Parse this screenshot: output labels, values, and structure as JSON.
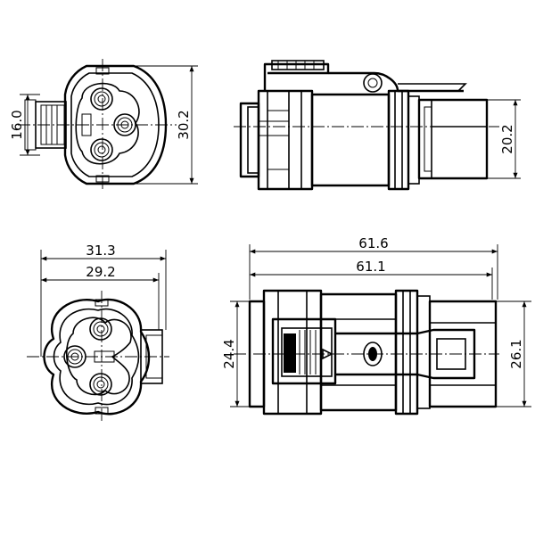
{
  "dimensions": {
    "top_left_height": "16.0",
    "top_left_overall": "30.2",
    "top_right_body": "20.2",
    "bottom_left_outer_width": "31.3",
    "bottom_left_inner_width": "29.2",
    "bottom_right_overall_length": "61.6",
    "bottom_right_body_length": "61.1",
    "bottom_right_left_height": "24.4",
    "bottom_right_right_height": "26.1"
  }
}
